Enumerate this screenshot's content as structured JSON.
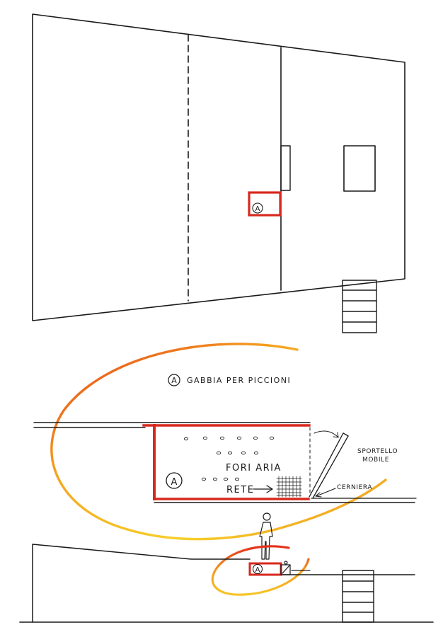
{
  "labels": {
    "cage_marker": "A",
    "legend_marker": "A",
    "legend_text": "GABBIA PER PICCIONI",
    "air_holes": "FORI ARIA",
    "net": "RETE",
    "door_line1": "SPORTELLO",
    "door_line2": "MOBILE",
    "hinge": "CERNIERA"
  },
  "colors": {
    "ink": "#1a1a1a",
    "cage_red": "#d8281e",
    "swirl_orange": "#f07a1c",
    "swirl_yellow": "#f6cf2a"
  }
}
